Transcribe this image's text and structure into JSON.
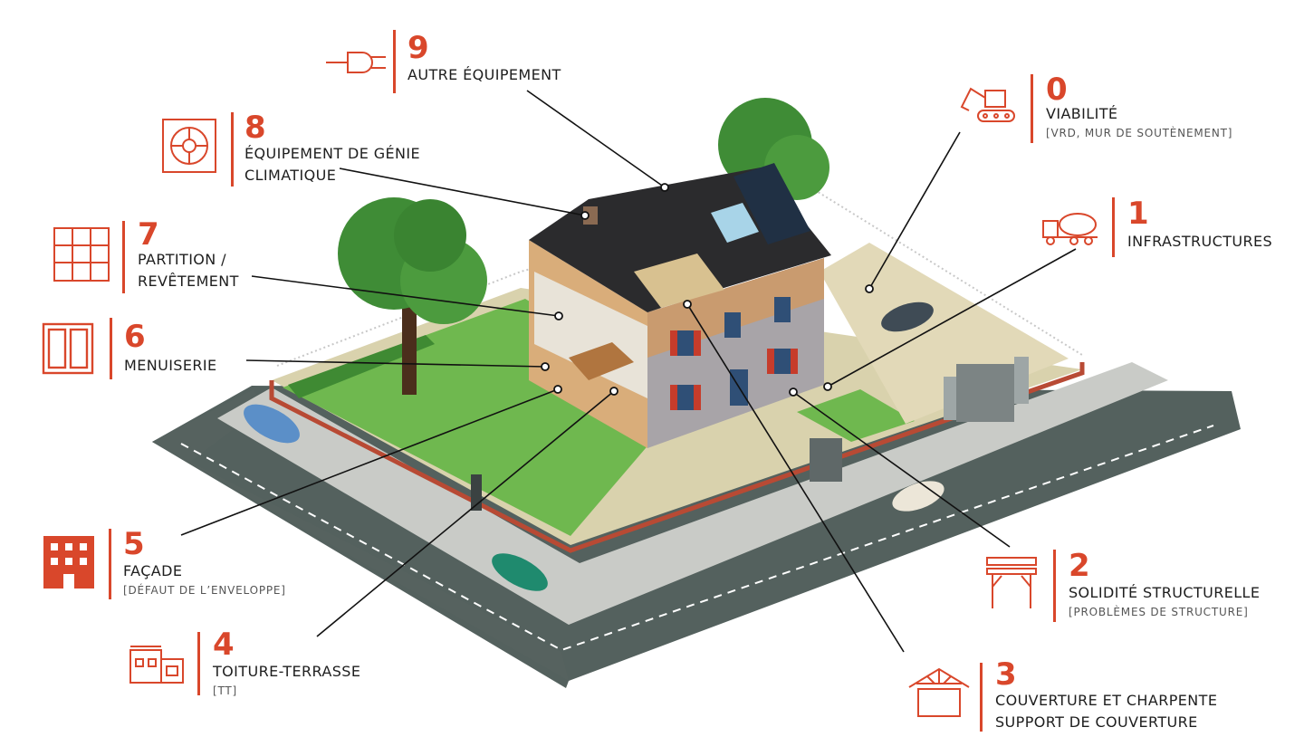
{
  "accent": "#d9472b",
  "callouts": [
    {
      "id": "0",
      "number": "0",
      "title_lines": [
        "VIABILITÉ"
      ],
      "subtitle": "[VRD, MUR DE SOUTÈNEMENT]",
      "icon": "excavator-icon"
    },
    {
      "id": "1",
      "number": "1",
      "title_lines": [
        "INFRASTRUCTURES"
      ],
      "subtitle": "",
      "icon": "concrete-mixer-truck-icon"
    },
    {
      "id": "2",
      "number": "2",
      "title_lines": [
        "SOLIDITÉ STRUCTURELLE"
      ],
      "subtitle": "[PROBLÈMES DE STRUCTURE]",
      "icon": "structural-frame-icon"
    },
    {
      "id": "3",
      "number": "3",
      "title_lines": [
        "COUVERTURE ET CHARPENTE",
        "SUPPORT DE COUVERTURE"
      ],
      "subtitle": "",
      "icon": "roof-truss-icon"
    },
    {
      "id": "4",
      "number": "4",
      "title_lines": [
        "TOITURE-TERRASSE"
      ],
      "subtitle": "[TT]",
      "icon": "flat-roof-building-icon"
    },
    {
      "id": "5",
      "number": "5",
      "title_lines": [
        "FAÇADE"
      ],
      "subtitle": "[DÉFAUT DE L’ENVELOPPE]",
      "icon": "facade-building-icon"
    },
    {
      "id": "6",
      "number": "6",
      "title_lines": [
        "MENUISERIE"
      ],
      "subtitle": "",
      "icon": "window-frame-icon"
    },
    {
      "id": "7",
      "number": "7",
      "title_lines": [
        "PARTITION /",
        "REVÊTEMENT"
      ],
      "subtitle": "",
      "icon": "tile-grid-icon"
    },
    {
      "id": "8",
      "number": "8",
      "title_lines": [
        "ÉQUIPEMENT DE GÉNIE",
        "CLIMATIQUE"
      ],
      "subtitle": "",
      "icon": "ventilation-fan-icon"
    },
    {
      "id": "9",
      "number": "9",
      "title_lines": [
        "AUTRE ÉQUIPEMENT"
      ],
      "subtitle": "",
      "icon": "power-plug-icon"
    }
  ]
}
